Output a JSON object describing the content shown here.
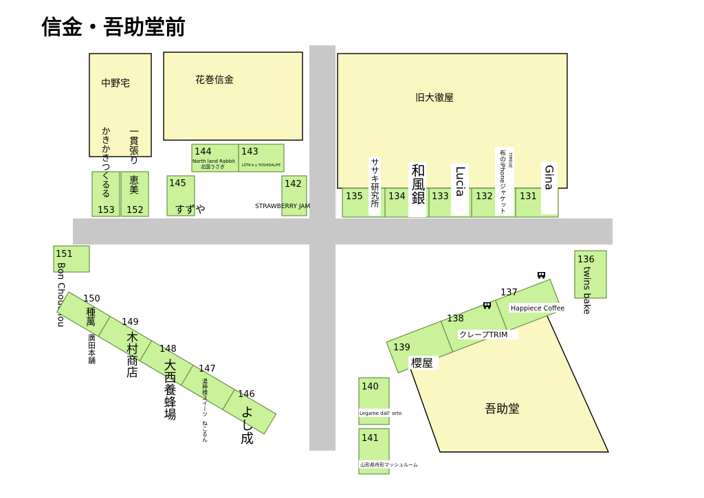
{
  "title": "信金・吾助堂前",
  "buildings": {
    "nakano": "中野宅",
    "hanamaki_shinkin": "花巻信金",
    "kyu_daitetsuya": "旧大徹屋",
    "gosukedo": "吾助堂"
  },
  "stalls": {
    "s131": {
      "num": "131",
      "name": "Gina"
    },
    "s132": {
      "num": "132",
      "name": "布のiPhoneジャケット",
      "sub": "TIMEUE"
    },
    "s133": {
      "num": "133",
      "name": "Lucia"
    },
    "s134": {
      "num": "134",
      "name": "和風銀"
    },
    "s135": {
      "num": "135",
      "name": "ササキ研究所"
    },
    "s136": {
      "num": "136",
      "name": "twins bake"
    },
    "s137": {
      "num": "137",
      "name": "Happiece Coffee"
    },
    "s138": {
      "num": "138",
      "name": "クレープTRIM"
    },
    "s139": {
      "num": "139",
      "name": "櫻屋"
    },
    "s140": {
      "num": "140",
      "name": "Legame dall' orto"
    },
    "s141": {
      "num": "141",
      "name": "山形県舟形マッシュルーム"
    },
    "s142": {
      "num": "142",
      "name": "STRAWBERRY JAM"
    },
    "s143": {
      "num": "143",
      "name": "LOTA b y  YOSHIDALIFE"
    },
    "s144": {
      "num": "144",
      "name": "North land Rabbit",
      "sub": "北国うさぎ"
    },
    "s145": {
      "num": "145",
      "name": "すずや"
    },
    "s146": {
      "num": "146",
      "name": "よし成"
    },
    "s147": {
      "num": "147",
      "name": "湯神様スイーツ",
      "sub": "ねこるん"
    },
    "s148": {
      "num": "148",
      "name": "大西養蜂場"
    },
    "s149": {
      "num": "149",
      "name": "木村商店"
    },
    "s150": {
      "num": "150",
      "name": "種萬",
      "sub": "廣田本舗"
    },
    "s151": {
      "num": "151",
      "name": "Bon Chouchou"
    },
    "s152": {
      "num": "152",
      "name": "一貫張り",
      "sub": "恵美"
    },
    "s153": {
      "num": "153",
      "name": "かきかきつくるる"
    }
  },
  "icons": [
    "food-truck-icon",
    "food-truck-icon"
  ],
  "colors": {
    "stall": "#c9f29b",
    "building": "#fbf7c2",
    "road": "#c8c8c8"
  }
}
